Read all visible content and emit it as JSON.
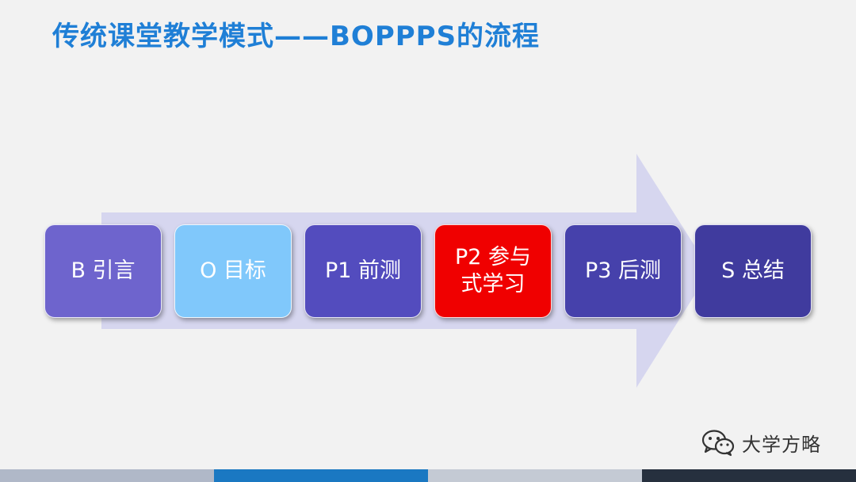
{
  "title": "传统课堂教学模式——BOPPPS的流程",
  "steps": [
    {
      "label": "B  引言",
      "color": "#6e64cd"
    },
    {
      "label": "O  目标",
      "color": "#80c8fb"
    },
    {
      "label": "P1  前测",
      "color": "#534cbe"
    },
    {
      "label": "P2  参与式学习",
      "color": "#f00000"
    },
    {
      "label": "P3  后测",
      "color": "#4641ab"
    },
    {
      "label": "S  总结",
      "color": "#403b9e"
    }
  ],
  "arrow": {
    "color": "#d6d6ef"
  },
  "brand": {
    "name": "大学方略",
    "icon": "wechat-icon"
  },
  "footer_bars": [
    "#b0b8c8",
    "#1a78c2",
    "#c4cad4",
    "#26303e"
  ]
}
